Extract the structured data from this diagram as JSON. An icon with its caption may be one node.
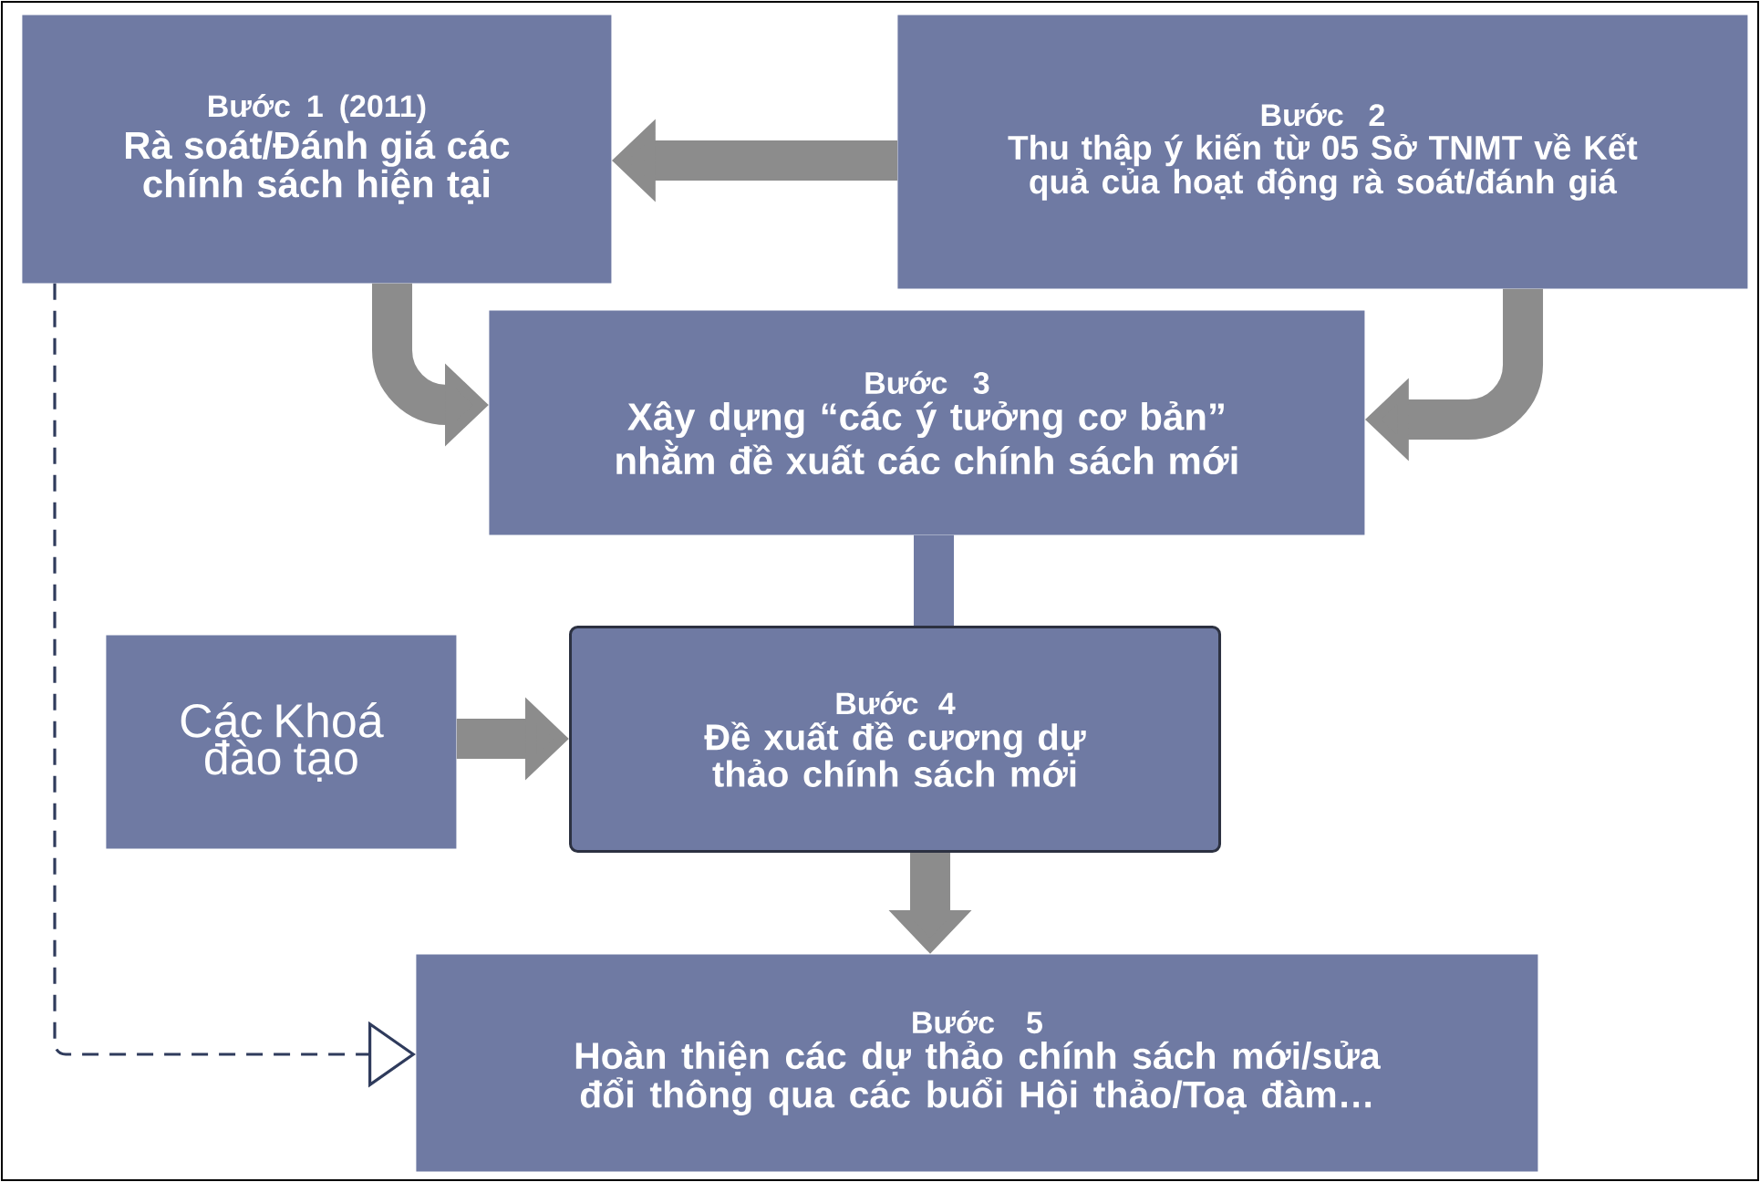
{
  "diagram": {
    "nodes": [
      {
        "text": [
          "Bước 1 (2011)",
          "Rà soát/Đánh giá các chính sách hiện tại"
        ]
      },
      {
        "text": [
          "Bước 2",
          "Thu thập ý kiến từ 05 Sở TNMT về Kết quả của hoạt động rà soát/đánh giá"
        ]
      },
      {
        "text": [
          "Bước 3",
          "Xây dựng “các ý tưởng cơ bản” nhằm đề xuất các chính sách mới"
        ]
      },
      {
        "text": [
          "Các Khoá đào tạo"
        ]
      },
      {
        "text": [
          "Bước 4",
          "Đề xuất đề cương dự thảo chính sách mới"
        ]
      },
      {
        "text": [
          "Bước 5",
          "Hoàn thiện các dự thảo chính sách mới/sửa đổi thông qua các buổi Hội thảo/Toạ đàm…"
        ]
      }
    ],
    "edges": [
      {
        "from": 1,
        "to": 0,
        "arrow": "to"
      },
      {
        "from": 0,
        "to": 2,
        "arrow": "to"
      },
      {
        "from": 1,
        "to": 2,
        "arrow": "to"
      },
      {
        "from": 2,
        "to": 4,
        "arrow": "none",
        "color": "#6f7aa3"
      },
      {
        "from": 3,
        "to": 4,
        "arrow": "to"
      },
      {
        "from": 4,
        "to": 5,
        "arrow": "to"
      },
      {
        "from": 0,
        "to": 5,
        "arrow": "to",
        "style": "dashed",
        "color": "#2f3b5c"
      }
    ]
  }
}
